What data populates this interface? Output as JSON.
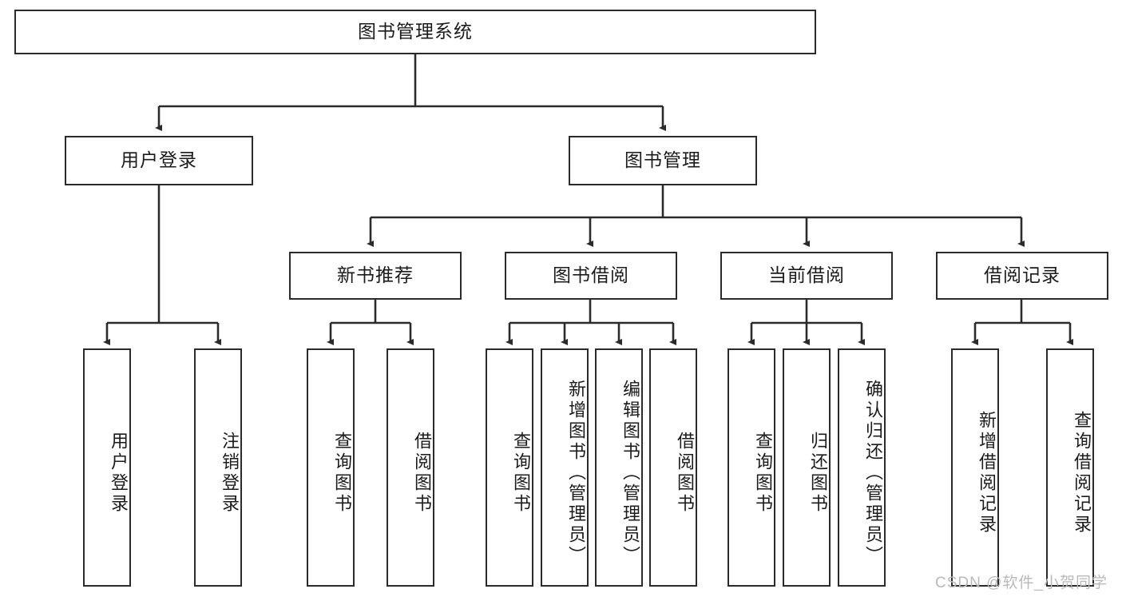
{
  "diagram": {
    "type": "tree-hierarchy",
    "title": "图书管理系统",
    "watermark": "CSDN @软件_小贺同学",
    "colors": {
      "box_border": "#2b2b2b",
      "box_fill": "#ffffff",
      "connector": "#2b2b2b",
      "text": "#1b1b1b",
      "watermark": "#b9b9b9"
    },
    "nodes": {
      "root": {
        "label": "图书管理系统",
        "orientation": "horizontal"
      },
      "level2": [
        {
          "label": "用户登录",
          "orientation": "horizontal"
        },
        {
          "label": "图书管理",
          "orientation": "horizontal"
        }
      ],
      "level3": [
        {
          "label": "新书推荐",
          "orientation": "horizontal"
        },
        {
          "label": "图书借阅",
          "orientation": "horizontal"
        },
        {
          "label": "当前借阅",
          "orientation": "horizontal"
        },
        {
          "label": "借阅记录",
          "orientation": "horizontal"
        }
      ],
      "leaves_user_login": [
        {
          "label": "用户登录",
          "orientation": "vertical"
        },
        {
          "label": "注销登录",
          "orientation": "vertical"
        }
      ],
      "leaves_new_book": [
        {
          "label": "查询图书",
          "orientation": "vertical"
        },
        {
          "label": "借阅图书",
          "orientation": "vertical"
        }
      ],
      "leaves_borrow": [
        {
          "label": "查询图书",
          "orientation": "vertical"
        },
        {
          "label": "新增图书（管理员）",
          "orientation": "vertical"
        },
        {
          "label": "编辑图书（管理员）",
          "orientation": "vertical"
        },
        {
          "label": "借阅图书",
          "orientation": "vertical"
        }
      ],
      "leaves_current": [
        {
          "label": "查询图书",
          "orientation": "vertical"
        },
        {
          "label": "归还图书",
          "orientation": "vertical"
        },
        {
          "label": "确认归还（管理员）",
          "orientation": "vertical"
        }
      ],
      "leaves_records": [
        {
          "label": "新增借阅记录",
          "orientation": "vertical"
        },
        {
          "label": "查询借阅记录",
          "orientation": "vertical"
        }
      ]
    }
  }
}
